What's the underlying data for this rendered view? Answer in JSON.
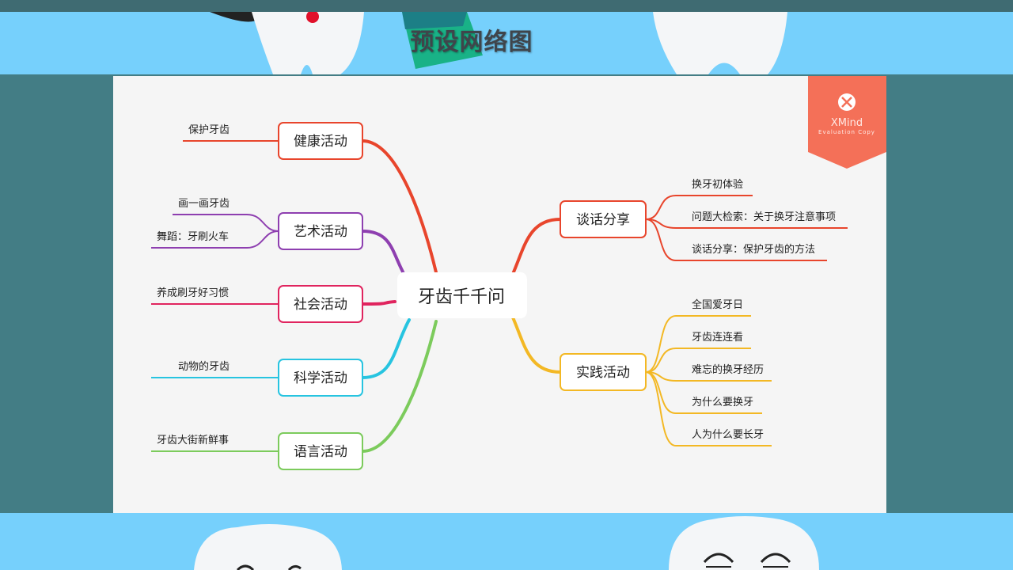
{
  "slide": {
    "title": "预设网络图"
  },
  "mindmap": {
    "center": "牙齿千千问",
    "watermark": {
      "brand": "XMind",
      "note": "Evaluation Copy"
    },
    "colors": {
      "health": "#e8452c",
      "art": "#8e3fb0",
      "social": "#e0245e",
      "science": "#27c4e0",
      "language": "#7ccb5c",
      "talk": "#e8452c",
      "practice": "#f3b824",
      "watermark": "#f47058"
    },
    "left_branches": [
      {
        "key": "health",
        "label": "健康活动",
        "leaves": [
          "保护牙齿"
        ]
      },
      {
        "key": "art",
        "label": "艺术活动",
        "leaves": [
          "画一画牙齿",
          "舞蹈：牙刷火车"
        ]
      },
      {
        "key": "social",
        "label": "社会活动",
        "leaves": [
          "养成刷牙好习惯"
        ]
      },
      {
        "key": "science",
        "label": "科学活动",
        "leaves": [
          "动物的牙齿"
        ]
      },
      {
        "key": "language",
        "label": "语言活动",
        "leaves": [
          "牙齿大街新鲜事"
        ]
      }
    ],
    "right_branches": [
      {
        "key": "talk",
        "label": "谈话分享",
        "leaves": [
          "换牙初体验",
          "问题大检索：关于换牙注意事项",
          "谈话分享：保护牙齿的方法"
        ]
      },
      {
        "key": "practice",
        "label": "实践活动",
        "leaves": [
          "全国爱牙日",
          "牙齿连连看",
          "难忘的换牙经历",
          "为什么要换牙",
          "人为什么要长牙"
        ]
      }
    ]
  }
}
